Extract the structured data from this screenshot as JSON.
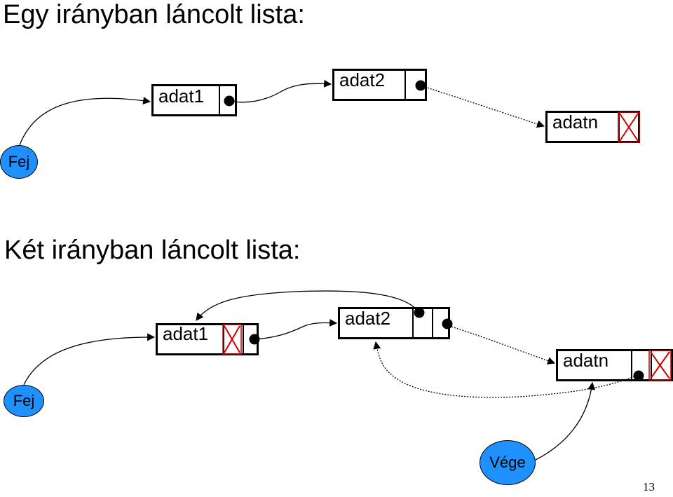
{
  "singly": {
    "title": "Egy irányban láncolt lista:",
    "nodes": [
      "adat1",
      "adat2",
      "adatn"
    ],
    "head": "Fej"
  },
  "doubly": {
    "title": "Két irányban láncolt lista:",
    "nodes": [
      "adat1",
      "adat2",
      "adatn"
    ],
    "head": "Fej",
    "tail": "Vége"
  },
  "page_number": "13",
  "colors": {
    "head_fill": "#1e90ff",
    "null_mark": "#cc0000",
    "line": "#000000"
  }
}
